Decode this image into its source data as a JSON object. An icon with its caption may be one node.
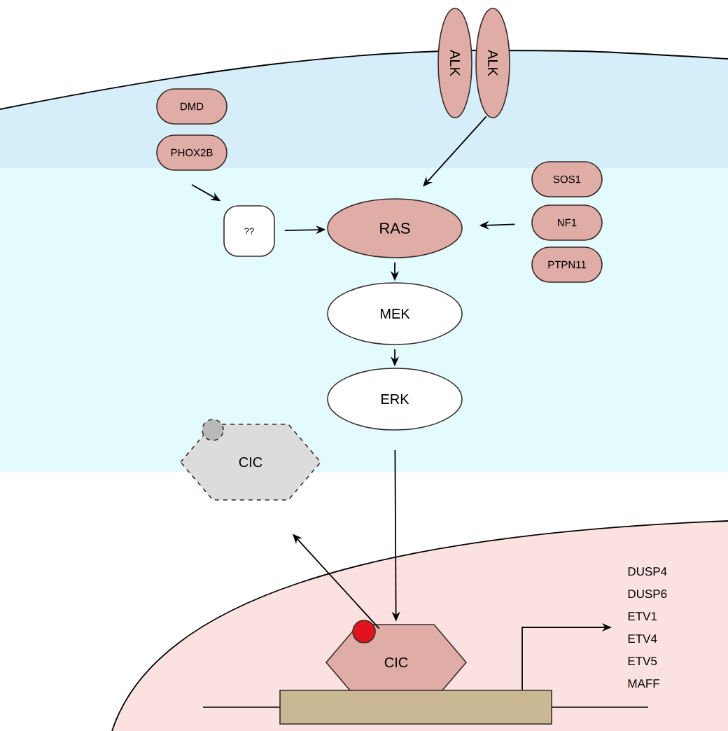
{
  "diagram": {
    "nodes": [
      {
        "text": [
          "ALK"
        ]
      },
      {
        "text": [
          "ALK"
        ]
      },
      {
        "text": [
          "DMD"
        ]
      },
      {
        "text": [
          "PHOX2B"
        ]
      },
      {
        "text": [
          "??"
        ]
      },
      {
        "text": [
          "RAS"
        ]
      },
      {
        "text": [
          "SOS1"
        ]
      },
      {
        "text": [
          "NF1"
        ]
      },
      {
        "text": [
          "PTPN11"
        ]
      },
      {
        "text": [
          "MEK"
        ]
      },
      {
        "text": [
          "ERK"
        ]
      },
      {
        "text": [
          "CIC"
        ]
      },
      {
        "text": [
          "CIC"
        ]
      },
      {
        "text": [],
        "shape": "box"
      },
      {
        "text": [
          "DUSP4",
          "DUSP6",
          "ETV1",
          "ETV4",
          "ETV5",
          "MAFF"
        ]
      }
    ],
    "edges": [
      {
        "from": 1,
        "to": 5,
        "arrow": "to"
      },
      {
        "from": 3,
        "to": 4,
        "arrow": "to"
      },
      {
        "from": 4,
        "to": 5,
        "arrow": "to"
      },
      {
        "from": 7,
        "to": 5,
        "arrow": "to"
      },
      {
        "from": 5,
        "to": 9,
        "arrow": "to"
      },
      {
        "from": 9,
        "to": 10,
        "arrow": "to"
      },
      {
        "from": 10,
        "to": 12,
        "arrow": "to"
      },
      {
        "from": 12,
        "to": 11,
        "arrow": "to"
      },
      {
        "from": 13,
        "to": 14,
        "arrow": "to"
      }
    ]
  }
}
